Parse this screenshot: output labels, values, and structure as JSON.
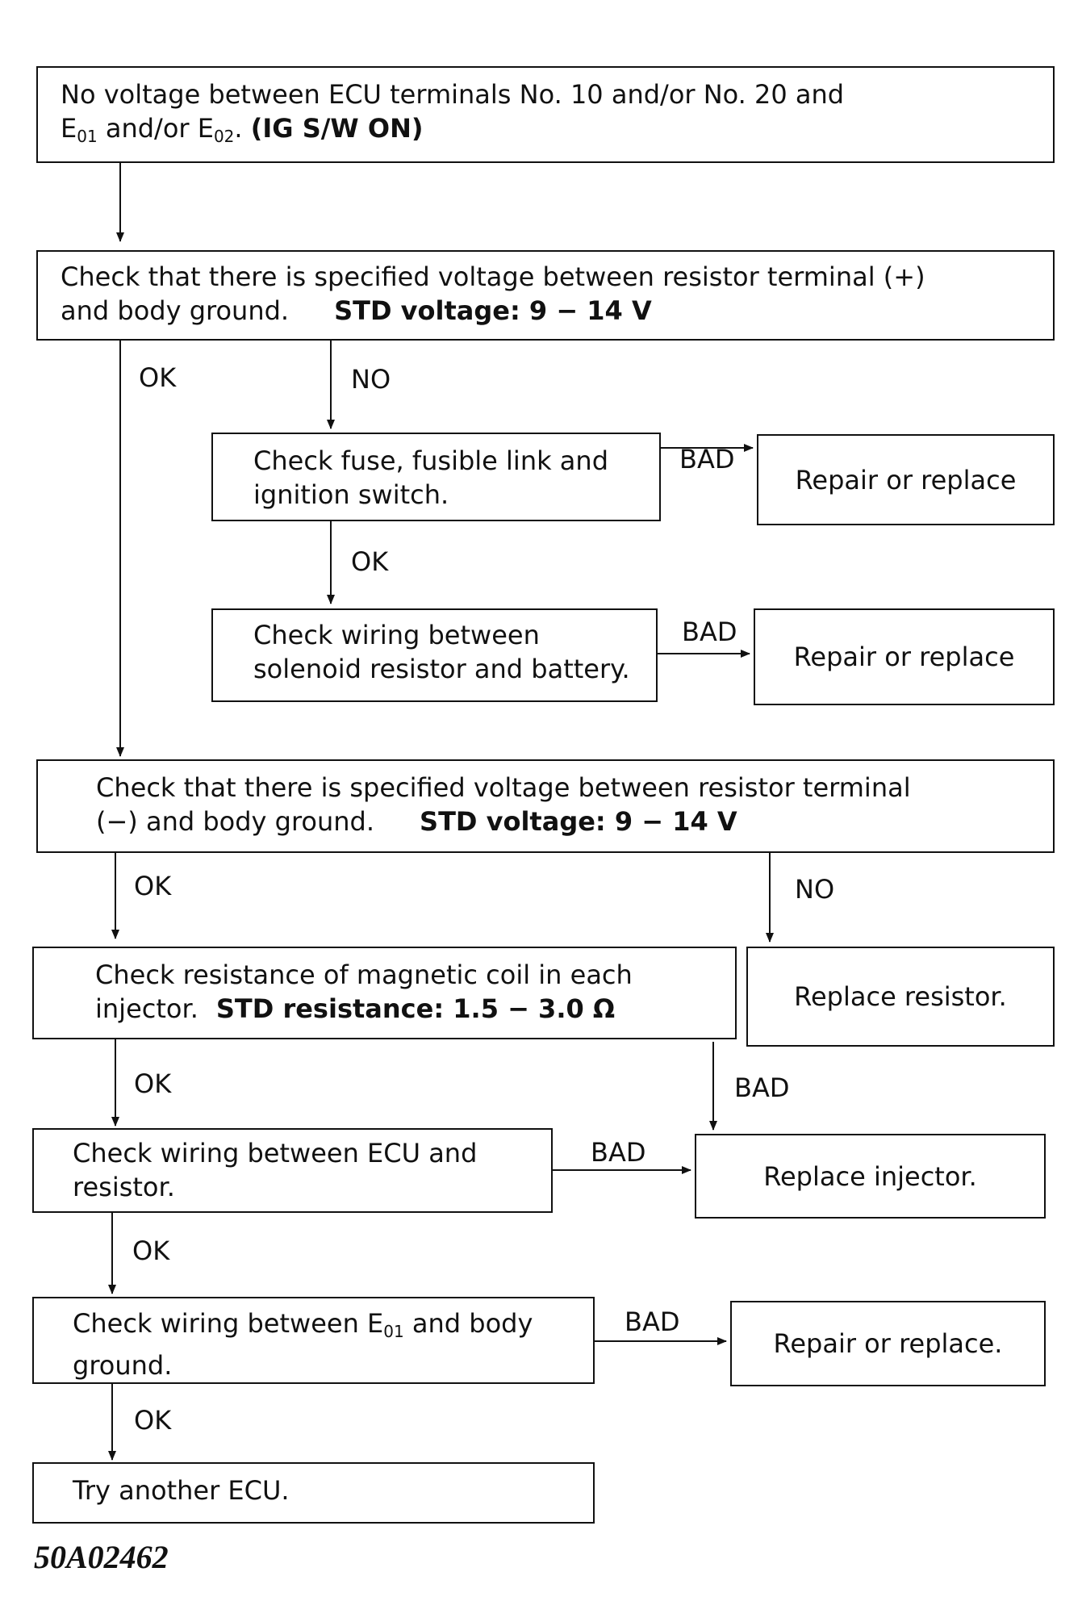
{
  "nodes": {
    "start": {
      "l1": "No voltage between ECU terminals No. 10 and/or No. 20 and",
      "l2_e": "E",
      "l2_sub1": "01",
      "l2_mid": " and/or E",
      "l2_sub2": "02",
      "l2_dot": ". ",
      "l2_bold": "(IG S/W ON)"
    },
    "check_plus": {
      "l1": "Check that there is specified voltage between resistor terminal (+)",
      "l2_a": "and body ground.",
      "l2_bold": "STD voltage:  9 − 14 V"
    },
    "check_fuse": {
      "l1": "Check fuse, fusible link and",
      "l2": "ignition switch."
    },
    "repair1": {
      "label": "Repair or replace"
    },
    "check_wiring_batt": {
      "l1": "Check wiring between",
      "l2": "solenoid resistor and battery."
    },
    "repair2": {
      "label": "Repair or replace"
    },
    "check_minus": {
      "l1": "Check that there is specified voltage between resistor terminal",
      "l2_a": "(−) and body ground.",
      "l2_bold": "STD voltage:  9 − 14 V"
    },
    "check_coil": {
      "l1": "Check resistance of magnetic coil in each",
      "l2_a": "injector.",
      "l2_bold": "STD resistance:  1.5 − 3.0 Ω"
    },
    "replace_resistor": {
      "label": "Replace resistor."
    },
    "check_ecu_res": {
      "l1": "Check wiring between ECU and",
      "l2": "resistor."
    },
    "replace_injector": {
      "label": "Replace injector."
    },
    "check_e01": {
      "l1_a": "Check wiring between E",
      "l1_sub": "01",
      "l1_b": " and body",
      "l2": "ground."
    },
    "repair3": {
      "label": "Repair or replace."
    },
    "try_ecu": {
      "l1": "Try another ECU."
    }
  },
  "edge_labels": {
    "ok1": "OK",
    "no1": "NO",
    "bad1": "BAD",
    "ok2": "OK",
    "bad2": "BAD",
    "ok3": "OK",
    "no2": "NO",
    "ok4": "OK",
    "bad3": "BAD",
    "bad4": "BAD",
    "ok5": "OK",
    "bad5": "BAD",
    "ok6": "OK"
  },
  "figure_code": "50A02462"
}
